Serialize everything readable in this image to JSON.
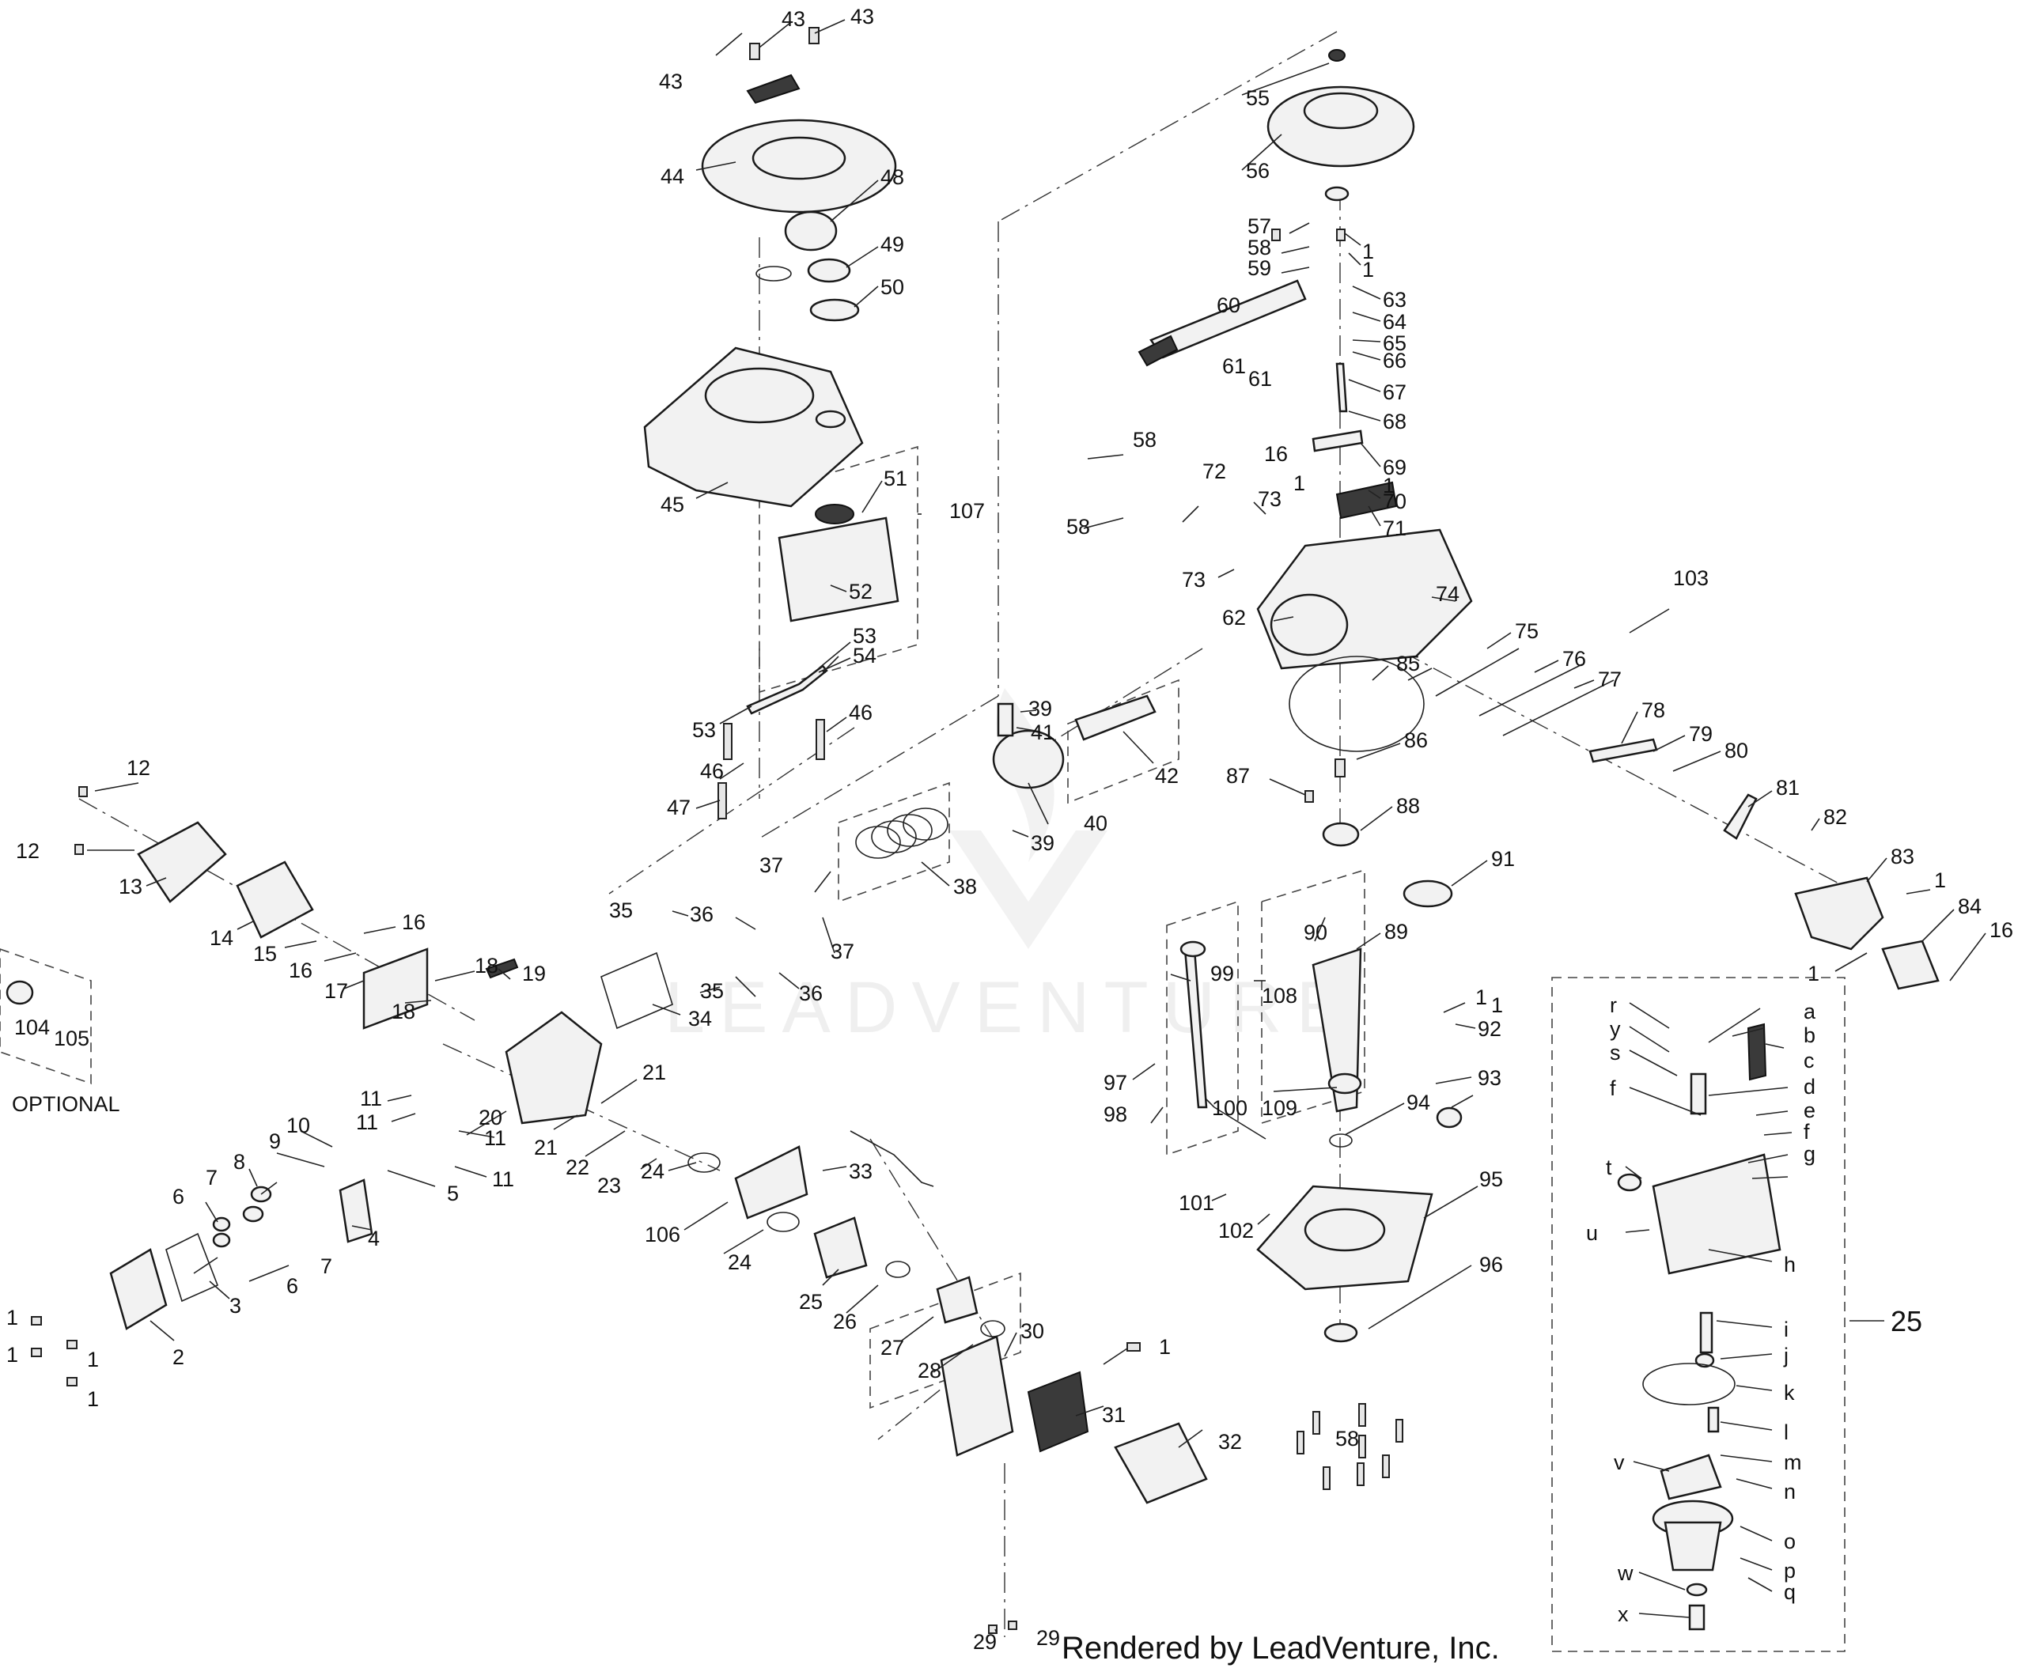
{
  "callouts": {
    "p1": "1",
    "p2": "2",
    "p3": "3",
    "p4": "4",
    "p5": "5",
    "p6": "6",
    "p7": "7",
    "p8": "8",
    "p9": "9",
    "p10": "10",
    "p11": "11",
    "p12": "12",
    "p13": "13",
    "p14": "14",
    "p15": "15",
    "p16": "16",
    "p17": "17",
    "p18": "18",
    "p19": "19",
    "p20": "20",
    "p21": "21",
    "p22": "22",
    "p23": "23",
    "p24": "24",
    "p25": "25",
    "p26": "26",
    "p27": "27",
    "p28": "28",
    "p29": "29",
    "p30": "30",
    "p31": "31",
    "p32": "32",
    "p33": "33",
    "p34": "34",
    "p35": "35",
    "p36": "36",
    "p37": "37",
    "p38": "38",
    "p39": "39",
    "p40": "40",
    "p41": "41",
    "p42": "42",
    "p43": "43",
    "p44": "44",
    "p45": "45",
    "p46": "46",
    "p47": "47",
    "p48": "48",
    "p49": "49",
    "p50": "50",
    "p51": "51",
    "p52": "52",
    "p53": "53",
    "p54": "54",
    "p55": "55",
    "p56": "56",
    "p57": "57",
    "p58": "58",
    "p59": "59",
    "p60": "60",
    "p61": "61",
    "p62": "62",
    "p63": "63",
    "p64": "64",
    "p65": "65",
    "p66": "66",
    "p67": "67",
    "p68": "68",
    "p69": "69",
    "p70": "70",
    "p71": "71",
    "p72": "72",
    "p73": "73",
    "p74": "74",
    "p75": "75",
    "p76": "76",
    "p77": "77",
    "p78": "78",
    "p79": "79",
    "p80": "80",
    "p81": "81",
    "p82": "82",
    "p83": "83",
    "p84": "84",
    "p85": "85",
    "p86": "86",
    "p87": "87",
    "p88": "88",
    "p89": "89",
    "p90": "90",
    "p91": "91",
    "p92": "92",
    "p93": "93",
    "p94": "94",
    "p95": "95",
    "p96": "96",
    "p97": "97",
    "p98": "98",
    "p99": "99",
    "p100": "100",
    "p101": "101",
    "p102": "102",
    "p103": "103",
    "p104": "104",
    "p105": "105",
    "p106": "106",
    "p107": "107",
    "p108": "108",
    "p109": "109"
  },
  "carb_callouts": {
    "a": "a",
    "b": "b",
    "c": "c",
    "d": "d",
    "e": "e",
    "f": "f",
    "g": "g",
    "h": "h",
    "i": "i",
    "j": "j",
    "k": "k",
    "l": "l",
    "m": "m",
    "n": "n",
    "o": "o",
    "p": "p",
    "q": "q",
    "r": "r",
    "s": "s",
    "t": "t",
    "u": "u",
    "v": "v",
    "w": "w",
    "x": "x",
    "y": "y"
  },
  "labels": {
    "optional": "OPTIONAL",
    "credit": "Rendered by LeadVenture, Inc.",
    "watermark": "LEADVENTURE"
  }
}
